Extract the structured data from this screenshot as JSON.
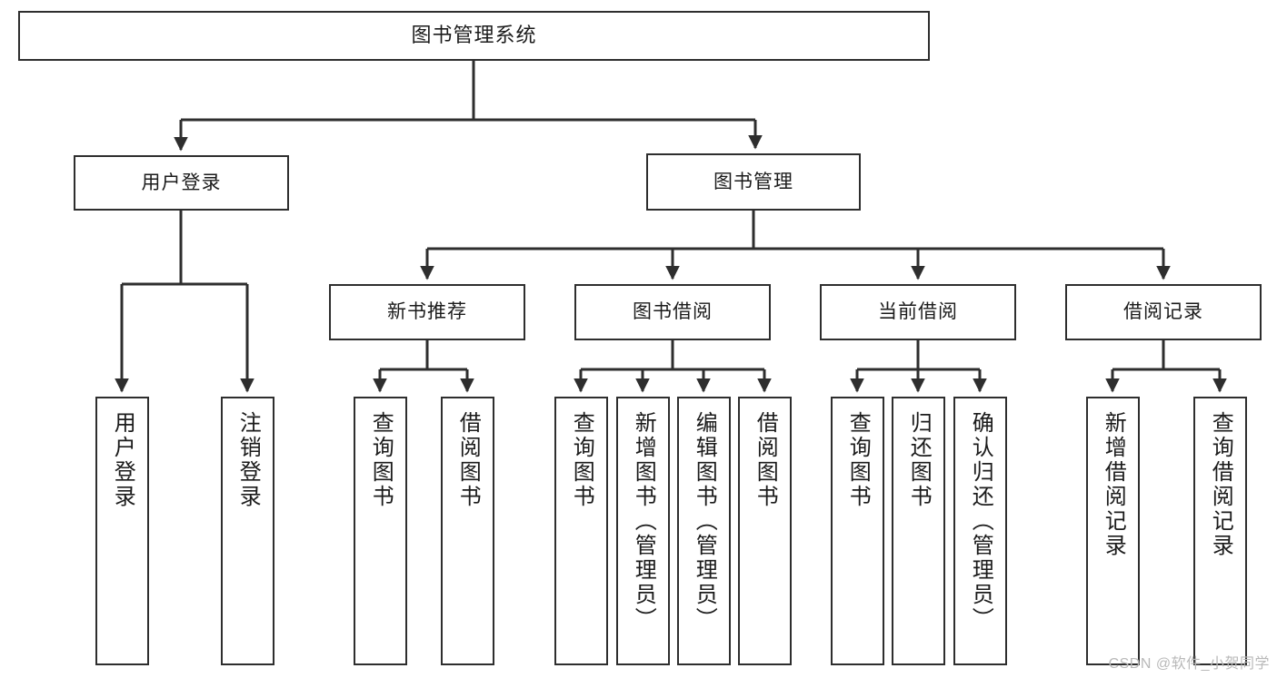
{
  "diagram": {
    "type": "tree-hierarchy-chart",
    "title": "图书管理系统",
    "watermark": "CSDN @软件_小贺同学",
    "colors": {
      "stroke": "#2e2e2e",
      "fill": "#ffffff",
      "text": "#1b1b1b",
      "watermark": "#b9b9b9"
    },
    "root": {
      "label": "图书管理系统"
    },
    "level2": [
      {
        "label": "用户登录"
      },
      {
        "label": "图书管理"
      }
    ],
    "level3": [
      {
        "label": "新书推荐"
      },
      {
        "label": "图书借阅"
      },
      {
        "label": "当前借阅"
      },
      {
        "label": "借阅记录"
      }
    ],
    "leaves": {
      "user_login": [
        {
          "label": "用户登录"
        },
        {
          "label": "注销登录"
        }
      ],
      "new_book_recommend": [
        {
          "label": "查询图书"
        },
        {
          "label": "借阅图书"
        }
      ],
      "book_borrow": [
        {
          "label": "查询图书"
        },
        {
          "label": "新增图书（管理员）"
        },
        {
          "label": "编辑图书（管理员）"
        },
        {
          "label": "借阅图书"
        }
      ],
      "current_borrow": [
        {
          "label": "查询图书"
        },
        {
          "label": "归还图书"
        },
        {
          "label": "确认归还（管理员）"
        }
      ],
      "borrow_record": [
        {
          "label": "新增借阅记录"
        },
        {
          "label": "查询借阅记录"
        }
      ]
    }
  }
}
